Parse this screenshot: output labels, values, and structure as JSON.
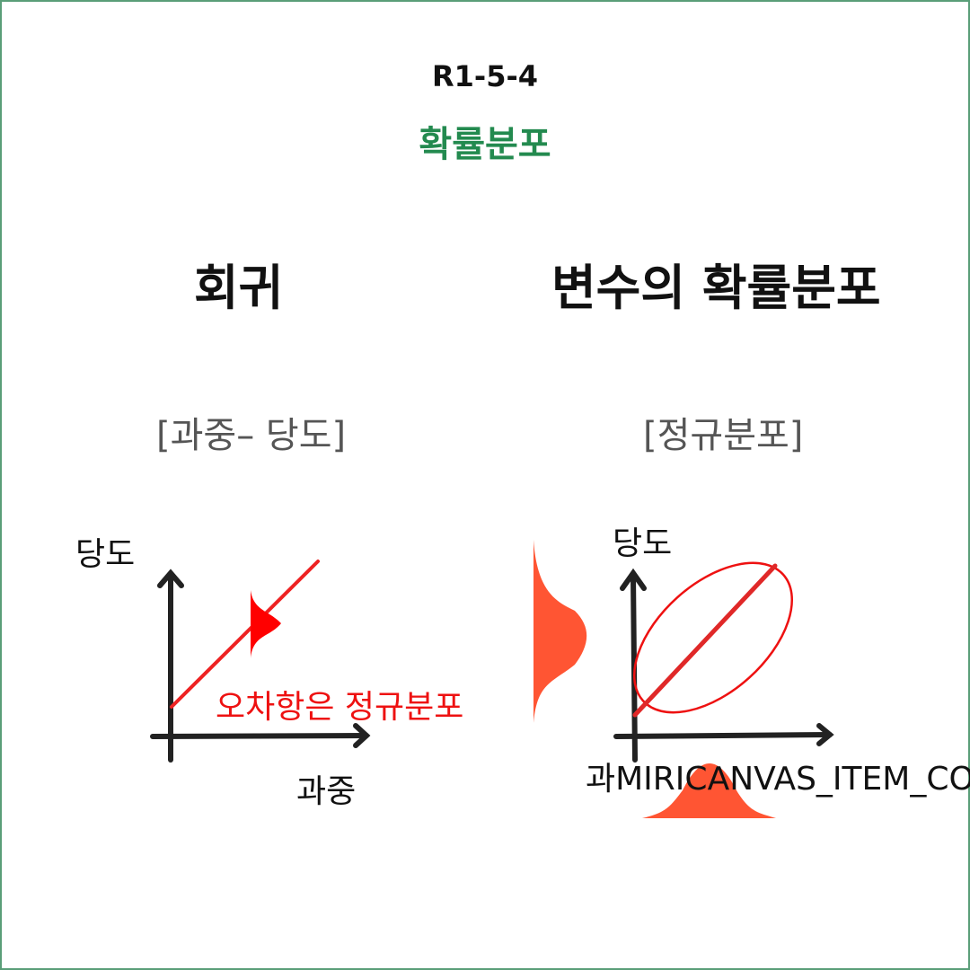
{
  "header": {
    "code": "R1-5-4",
    "title": "확률분포"
  },
  "left": {
    "heading": "회귀",
    "subheading": "[과중– 당도]",
    "y_label": "당도",
    "x_label": "과중",
    "annotation": "오차항은 정규분포"
  },
  "right": {
    "heading": "변수의 확률분포",
    "subheading": "[정규분포]",
    "y_label": "당도",
    "x_label": "과MIRICANVAS_ITEM_CO"
  },
  "colors": {
    "accent": "#238a4f",
    "red": "#ee1111",
    "orange": "#ff5533",
    "border": "#5a9e78"
  }
}
